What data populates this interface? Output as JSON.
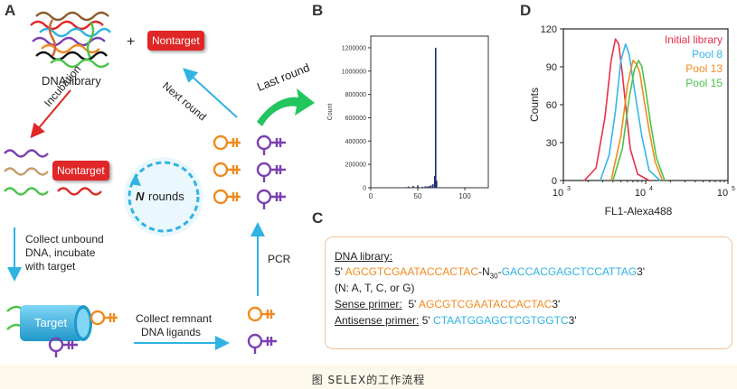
{
  "panels": {
    "a": "A",
    "b": "B",
    "c": "C",
    "d": "D"
  },
  "panel_a": {
    "dna_library": "DNA library",
    "plus": "+",
    "nontarget": "Nontarget",
    "incubation": "Incubation",
    "next_round": "Next round",
    "last_round": "Last round",
    "n_rounds": "N",
    "rounds": "rounds",
    "collect_unbound": [
      "Collect unbound",
      "DNA, incubate",
      "with target"
    ],
    "target": "Target",
    "collect_remnant": [
      "Collect remnant",
      "DNA ligands"
    ],
    "pcr": "PCR"
  },
  "panel_c": {
    "title": "DNA library:",
    "five_prime": "5'",
    "three_prime": "3'",
    "seq_left": "AGCGTCGAATACCACTAC",
    "n_part": "-N",
    "n_sub": "30",
    "seq_right": "GACCACGAGCTCCATTAG",
    "bases": "(N: A, T, C, or G)",
    "sense_label": "Sense primer:",
    "sense_seq": "AGCGTCGAATACCACTAC",
    "antisense_label": "Antisense primer:",
    "antisense_seq": "CTAATGGAGCTCGTGGTC"
  },
  "caption": "图 SELEX的工作流程",
  "chart_data": [
    {
      "type": "bar",
      "panel": "B",
      "ylabel": "Count",
      "xlabel": "",
      "x_ticks": [
        "0",
        "50",
        "100"
      ],
      "y_ticks": [
        "0",
        "200000",
        "400000",
        "600000",
        "800000",
        "1000000",
        "1200000"
      ],
      "ylim": [
        0,
        1300000
      ],
      "xlim": [
        0,
        125
      ],
      "x": [
        40,
        45,
        50,
        55,
        58,
        60,
        62,
        64,
        66,
        68,
        69,
        70
      ],
      "values": [
        10000,
        15000,
        20000,
        8000,
        12000,
        10000,
        15000,
        20000,
        30000,
        100000,
        1200000,
        60000
      ]
    },
    {
      "type": "line",
      "panel": "D",
      "xlabel": "FL1-Alexa488",
      "ylabel": "Counts",
      "x_scale": "log",
      "xlim": [
        1000,
        100000
      ],
      "ylim": [
        0,
        120
      ],
      "x_ticks": [
        "10",
        "10",
        "10"
      ],
      "x_tick_exponents": [
        "3",
        "4",
        "5"
      ],
      "y_ticks": [
        "0",
        "30",
        "60",
        "90",
        "120"
      ],
      "series": [
        {
          "name": "Initial library",
          "color": "#e8304a",
          "x": [
            1800,
            2500,
            3200,
            3800,
            4300,
            4700,
            5200,
            5800,
            6500,
            8000,
            11000
          ],
          "values": [
            0,
            10,
            50,
            95,
            112,
            108,
            85,
            55,
            25,
            5,
            0
          ]
        },
        {
          "name": "Pool 8",
          "color": "#35b6e8",
          "x": [
            2800,
            3600,
            4300,
            5000,
            5700,
            6300,
            7000,
            7800,
            9000,
            11000,
            15000
          ],
          "values": [
            0,
            20,
            55,
            95,
            108,
            100,
            80,
            60,
            35,
            8,
            0
          ]
        },
        {
          "name": "Pool 13",
          "color": "#f08a1e",
          "x": [
            3800,
            5000,
            6000,
            7000,
            7800,
            8500,
            9500,
            11000,
            13000,
            16000
          ],
          "values": [
            0,
            35,
            75,
            95,
            92,
            85,
            65,
            40,
            15,
            0
          ]
        },
        {
          "name": "Pool 15",
          "color": "#4cc24a",
          "x": [
            4000,
            5200,
            6300,
            7300,
            8200,
            9000,
            10000,
            11500,
            13500,
            17000
          ],
          "values": [
            0,
            25,
            65,
            88,
            95,
            90,
            72,
            45,
            18,
            0
          ]
        }
      ]
    }
  ],
  "colors": {
    "nontarget": "#e02626",
    "orange": "#f08a1e",
    "blue": "#2eb3e3",
    "purple": "#7a3fb0",
    "green_arrow": "#22c55e",
    "red_arrow": "#e02626",
    "target": "#35b6e8"
  }
}
